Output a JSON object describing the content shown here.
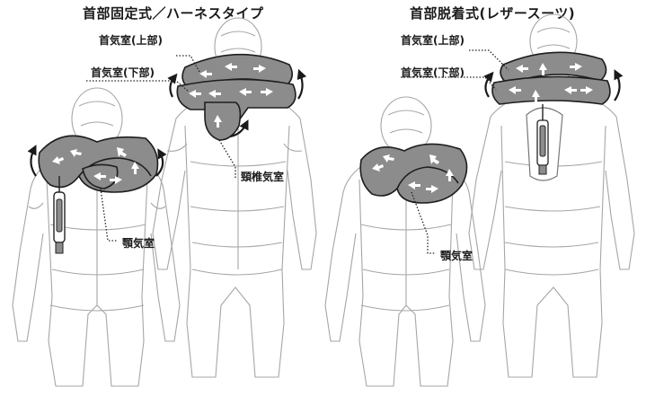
{
  "left_panel": {
    "title": "首部固定式／ハーネスタイプ",
    "labels": {
      "neck_upper": "首気室(上部)",
      "neck_lower": "首気室(下部)",
      "cervical": "頸椎気室",
      "jaw": "顎気室"
    }
  },
  "right_panel": {
    "title": "首部脱着式(レザースーツ)",
    "labels": {
      "neck_upper": "首気室(上部)",
      "neck_lower": "首気室(下部)",
      "jaw": "顎気室"
    }
  },
  "colors": {
    "airbag_fill": "#8c8c8c",
    "airbag_outline": "#1e1e1e",
    "manikin_line": "#a6a6a6",
    "arrow": "#ffffff"
  }
}
